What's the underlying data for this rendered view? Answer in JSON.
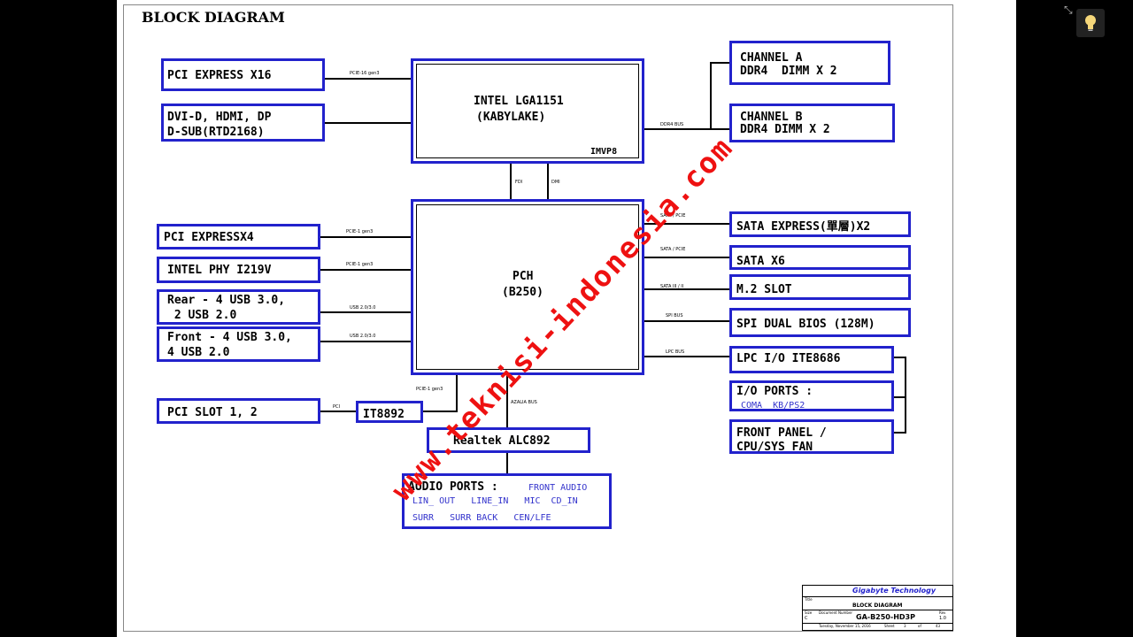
{
  "title": "BLOCK DIAGRAM",
  "blocks": {
    "pcie16": "PCI EXPRESS X16",
    "video_l1": "DVI-D, HDMI, DP",
    "video_l2": "D-SUB(RTD2168)",
    "cpu_l1": "INTEL LGA1151",
    "cpu_l2": "(KABYLAKE)",
    "cpu_vr": "IMVP8",
    "chA_l1": "CHANNEL A",
    "chA_l2": "DDR4  DIMM X 2",
    "chB_l1": "CHANNEL B",
    "chB_l2": "DDR4 DIMM X 2",
    "pcie4": "PCI EXPRESSX4",
    "phy": "INTEL PHY I219V",
    "rear_l1": "Rear - 4 USB 3.0,",
    "rear_l2": " 2 USB 2.0",
    "front_l1": "Front - 4 USB 3.0,",
    "front_l2": "4 USB 2.0",
    "pch_l1": "PCH",
    "pch_l2": "(B250)",
    "sata_exp": "SATA EXPRESS(單層)X2",
    "sata6": "SATA X6",
    "m2": "M.2 SLOT",
    "spi": "SPI DUAL BIOS (128M)",
    "lpc": "LPC I/O ITE8686",
    "io_ports": "I/O PORTS :",
    "io_sub": "COMA  KB/PS2",
    "fp_l1": "FRONT PANEL /",
    "fp_l2": "CPU/SYS FAN",
    "pci_slot": "PCI SLOT 1, 2",
    "it8892": "IT8892",
    "realtek": "Realtek ALC892",
    "audio_title": "AUDIO PORTS :",
    "audio_r0": "FRONT AUDIO",
    "audio_r1": "LIN_ OUT   LINE_IN   MIC  CD_IN",
    "audio_r2": "SURR   SURR BACK   CEN/LFE"
  },
  "buses": {
    "pcie16": "PCIE-16 gen3",
    "ddr4": "DDR4 BUS",
    "fdi": "FDI",
    "dmi": "DMI",
    "pcie4": "PCIE-1 gen3",
    "phy": "PCIE-1 gen3",
    "usb_rear": "USB 2.0/3.0",
    "usb_front": "USB 2.0/3.0",
    "sata_pcie1": "SATA / PCIE",
    "sata_pcie2": "SATA / PCIE",
    "sata3": "SATA III / II",
    "spi": "SPI BUS",
    "lpc": "LPC BUS",
    "pcie_it": "PCIE-1 gen3",
    "pci": "PCI",
    "azalia": "AZALIA BUS"
  },
  "watermark": "www.teknisi-indonesia.com",
  "title_block": {
    "company": "Gigabyte Technology",
    "title_label": "Title",
    "doc_title": "BLOCK DIAGRAM",
    "size_label": "Size",
    "size": "C",
    "docnum_label": "Document Number",
    "docnum": "GA-B250-HD3P",
    "rev_label": "Rev",
    "rev": "1.0",
    "date": "Tuesday, November 15, 2016",
    "sheet_label": "Sheet",
    "sheet": "3",
    "of_label": "of",
    "of": "43"
  },
  "colors": {
    "box_border": "#2222cc",
    "watermark": "#ee1111",
    "company": "#2222cc"
  }
}
